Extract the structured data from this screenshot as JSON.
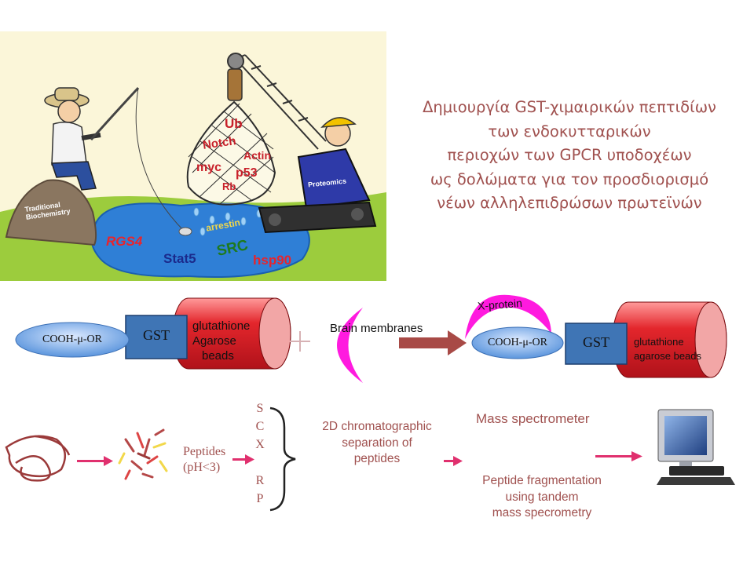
{
  "cartoon": {
    "rock_label": [
      "Traditional",
      "Biochemistry"
    ],
    "excavator_label": "Proteomics",
    "net_labels": [
      "Ub",
      "Notch",
      "Actin",
      "myc",
      "p53",
      "Rb"
    ],
    "pond_labels": {
      "rgs4": "RGS4",
      "stat5": "Stat5",
      "src": "SRC",
      "hsp90": "hsp90",
      "arrestin": "arrestin"
    },
    "colors": {
      "pond": "#2f7fd6",
      "grass": "#9ccc3d",
      "excavator": "#2e3aa8",
      "hat": "#f2c200",
      "net": "#2d2d2d"
    }
  },
  "title_lines": [
    "Δημιουργία GST-χιμαιρικών πεπτιδίων",
    "των ενδοκυτταρικών",
    "περιοχών των GPCR υποδοχέων",
    "ως δολώματα για τον προσδιορισμό",
    "νέων αλληλεπιδρώσων πρωτεϊνών"
  ],
  "row1": {
    "left": {
      "ellipse": "COOH-μ-OR",
      "gst": "GST",
      "beads": [
        "glutathione",
        "Agarose",
        "beads"
      ]
    },
    "plus": "+",
    "brain": "Brain membranes",
    "xprotein": "X-protein",
    "right": {
      "ellipse": "COOH-μ-OR",
      "gst": "GST",
      "beads": [
        "glutathione",
        "agarose beads"
      ]
    }
  },
  "row2": {
    "peptides": [
      "Peptides",
      "(pH<3)"
    ],
    "scx_rp": [
      "S",
      "C",
      "X",
      "R",
      "P"
    ],
    "chromatography": [
      "2D chromatographic",
      "separation of",
      "peptides"
    ],
    "mass_spec": "Mass spectrometer",
    "fragmentation": [
      "Peptide fragmentation",
      "using tandem",
      "mass specrometry"
    ]
  },
  "colors": {
    "title": "#a0514f",
    "label": "#a0514f",
    "arrow": "#e0306e",
    "ellipse": "#5b95dd",
    "gst": "#3f75b5",
    "cylinder": "#e3262c",
    "magenta": "#ff1adf",
    "brown_arrow": "#a84a46"
  }
}
